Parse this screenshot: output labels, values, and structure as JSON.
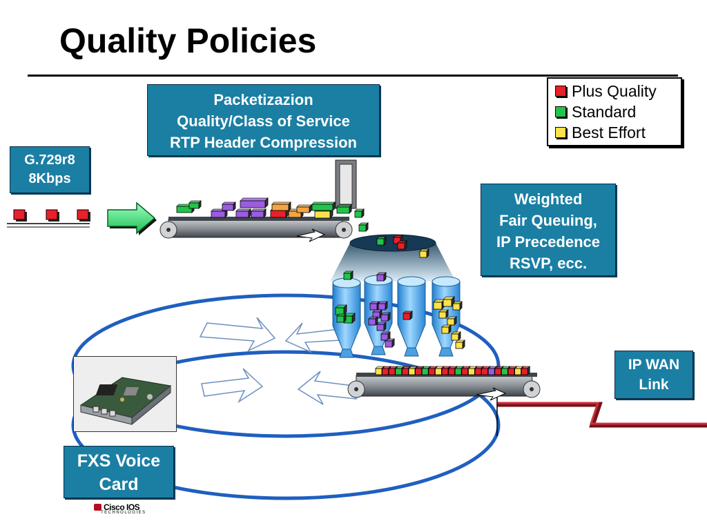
{
  "title": "Quality Policies",
  "legend": {
    "items": [
      {
        "label": "Plus Quality",
        "color": "#e8202a"
      },
      {
        "label": "Standard",
        "color": "#22c54a"
      },
      {
        "label": "Best Effort",
        "color": "#ffe24a"
      }
    ]
  },
  "boxes": {
    "codec": {
      "lines": [
        "G.729r8",
        "8Kbps"
      ]
    },
    "packetization": {
      "lines": [
        "Packetizazion",
        "Quality/Class of Service",
        "RTP Header Compression"
      ]
    },
    "queuing": {
      "lines": [
        "Weighted",
        "Fair Queuing,",
        "IP Precedence",
        "RSVP, ecc."
      ]
    },
    "wan": {
      "lines": [
        "IP WAN",
        "Link"
      ]
    },
    "voice_card": {
      "lines": [
        "FXS Voice",
        "Card"
      ]
    }
  },
  "logo": {
    "brand": "Cisco IOS",
    "sub": "TECHNOLOGIES"
  },
  "colors": {
    "box_fill": "#1a7fa3",
    "red": "#e8202a",
    "green": "#22c54a",
    "yellow": "#ffe24a",
    "purple": "#9b5ce0",
    "orange": "#f4a640",
    "router_ring": "#1f5fbf",
    "wan_line": "#b81e2c"
  }
}
